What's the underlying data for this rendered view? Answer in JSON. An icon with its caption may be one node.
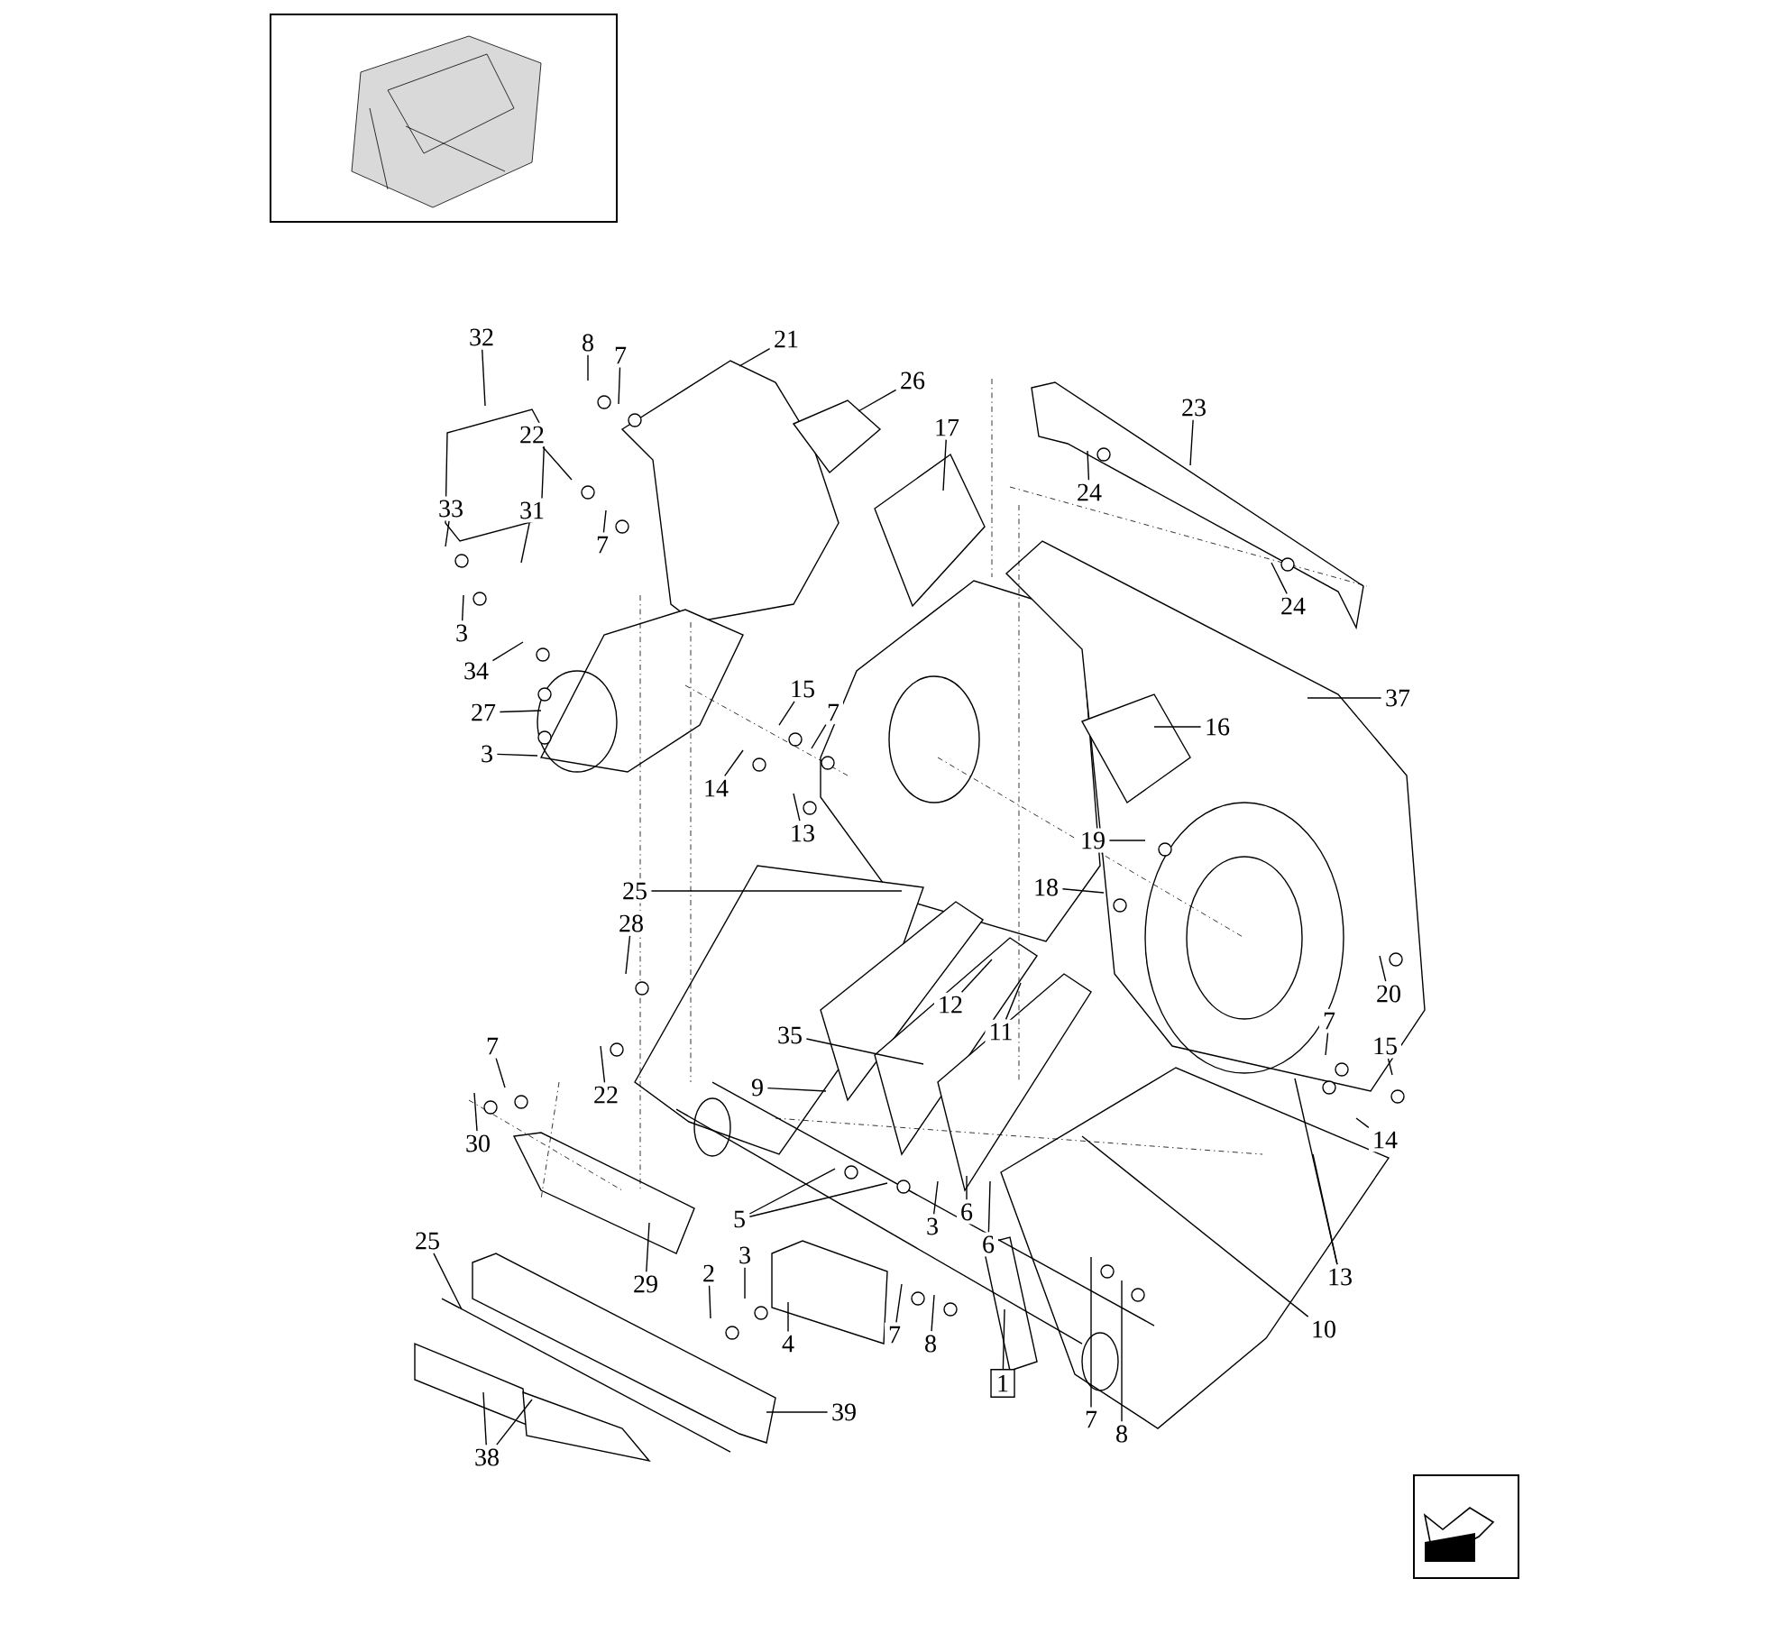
{
  "diagram": {
    "nodes": [
      {
        "text": [
          "32"
        ]
      },
      {
        "text": [
          "8"
        ]
      },
      {
        "text": [
          "7"
        ]
      },
      {
        "text": [
          "21"
        ]
      },
      {
        "text": [
          "26"
        ]
      },
      {
        "text": [
          "23"
        ]
      },
      {
        "text": [
          "17"
        ]
      },
      {
        "text": [
          "22"
        ]
      },
      {
        "text": [
          "24"
        ]
      },
      {
        "text": [
          "33"
        ]
      },
      {
        "text": [
          "31"
        ]
      },
      {
        "text": [
          "7"
        ]
      },
      {
        "text": [
          "24"
        ]
      },
      {
        "text": [
          "3"
        ]
      },
      {
        "text": [
          "34"
        ]
      },
      {
        "text": [
          "15"
        ]
      },
      {
        "text": [
          "37"
        ]
      },
      {
        "text": [
          "27"
        ]
      },
      {
        "text": [
          "7"
        ]
      },
      {
        "text": [
          "16"
        ]
      },
      {
        "text": [
          "3"
        ]
      },
      {
        "text": [
          "14"
        ]
      },
      {
        "text": [
          "13"
        ]
      },
      {
        "text": [
          "19"
        ]
      },
      {
        "text": [
          "18"
        ]
      },
      {
        "text": [
          "25"
        ]
      },
      {
        "text": [
          "28"
        ]
      },
      {
        "text": [
          "20"
        ]
      },
      {
        "text": [
          "12"
        ]
      },
      {
        "text": [
          "7"
        ]
      },
      {
        "text": [
          "11"
        ]
      },
      {
        "text": [
          "15"
        ]
      },
      {
        "text": [
          "7"
        ]
      },
      {
        "text": [
          "35"
        ]
      },
      {
        "text": [
          "9"
        ]
      },
      {
        "text": [
          "22"
        ]
      },
      {
        "text": [
          "14"
        ]
      },
      {
        "text": [
          "30"
        ]
      },
      {
        "text": [
          "5"
        ]
      },
      {
        "text": [
          "3"
        ]
      },
      {
        "text": [
          "6"
        ]
      },
      {
        "text": [
          "6"
        ]
      },
      {
        "text": [
          "25"
        ]
      },
      {
        "text": [
          "3"
        ]
      },
      {
        "text": [
          "2"
        ]
      },
      {
        "text": [
          "13"
        ]
      },
      {
        "text": [
          "29"
        ]
      },
      {
        "text": [
          "10"
        ]
      },
      {
        "text": [
          "4"
        ]
      },
      {
        "text": [
          "7"
        ]
      },
      {
        "text": [
          "8"
        ]
      },
      {
        "text": [
          "1"
        ]
      },
      {
        "text": [
          "39"
        ]
      },
      {
        "text": [
          "7"
        ]
      },
      {
        "text": [
          "8"
        ]
      },
      {
        "text": [
          "38"
        ]
      }
    ],
    "edges": [
      {
        "from": 0,
        "to": null,
        "arrow": "none"
      },
      {
        "from": 1,
        "to": null,
        "arrow": "none"
      },
      {
        "from": 2,
        "to": null,
        "arrow": "none"
      },
      {
        "from": 3,
        "to": null,
        "arrow": "none"
      },
      {
        "from": 4,
        "to": null,
        "arrow": "none"
      },
      {
        "from": 5,
        "to": null,
        "arrow": "none"
      },
      {
        "from": 6,
        "to": null,
        "arrow": "none"
      },
      {
        "from": 7,
        "to": null,
        "arrow": "none"
      },
      {
        "from": 8,
        "to": null,
        "arrow": "none"
      },
      {
        "from": 9,
        "to": null,
        "arrow": "none"
      },
      {
        "from": 10,
        "to": null,
        "arrow": "none"
      },
      {
        "from": 11,
        "to": null,
        "arrow": "none"
      },
      {
        "from": 12,
        "to": null,
        "arrow": "none"
      },
      {
        "from": 13,
        "to": null,
        "arrow": "none"
      },
      {
        "from": 14,
        "to": null,
        "arrow": "none"
      },
      {
        "from": 15,
        "to": null,
        "arrow": "none"
      },
      {
        "from": 16,
        "to": null,
        "arrow": "none"
      },
      {
        "from": 17,
        "to": null,
        "arrow": "none"
      },
      {
        "from": 18,
        "to": null,
        "arrow": "none"
      },
      {
        "from": 19,
        "to": null,
        "arrow": "none"
      },
      {
        "from": 20,
        "to": null,
        "arrow": "none"
      },
      {
        "from": 21,
        "to": null,
        "arrow": "none"
      },
      {
        "from": 22,
        "to": null,
        "arrow": "none"
      },
      {
        "from": 23,
        "to": null,
        "arrow": "none"
      },
      {
        "from": 24,
        "to": null,
        "arrow": "none"
      },
      {
        "from": 25,
        "to": null,
        "arrow": "none"
      },
      {
        "from": 26,
        "to": null,
        "arrow": "none"
      },
      {
        "from": 27,
        "to": null,
        "arrow": "none"
      },
      {
        "from": 28,
        "to": null,
        "arrow": "none"
      },
      {
        "from": 29,
        "to": null,
        "arrow": "none"
      },
      {
        "from": 30,
        "to": null,
        "arrow": "none"
      },
      {
        "from": 31,
        "to": null,
        "arrow": "none"
      },
      {
        "from": 32,
        "to": null,
        "arrow": "none"
      },
      {
        "from": 33,
        "to": null,
        "arrow": "none"
      },
      {
        "from": 34,
        "to": null,
        "arrow": "none"
      },
      {
        "from": 35,
        "to": null,
        "arrow": "none"
      },
      {
        "from": 36,
        "to": null,
        "arrow": "none"
      },
      {
        "from": 37,
        "to": null,
        "arrow": "none"
      },
      {
        "from": 38,
        "to": null,
        "arrow": "none"
      },
      {
        "from": 38,
        "to": null,
        "arrow": "none"
      },
      {
        "from": 39,
        "to": null,
        "arrow": "none"
      },
      {
        "from": 40,
        "to": null,
        "arrow": "none"
      },
      {
        "from": 41,
        "to": null,
        "arrow": "none"
      },
      {
        "from": 42,
        "to": null,
        "arrow": "none"
      },
      {
        "from": 43,
        "to": null,
        "arrow": "none"
      },
      {
        "from": 44,
        "to": null,
        "arrow": "none"
      },
      {
        "from": 45,
        "to": null,
        "arrow": "none"
      },
      {
        "from": 45,
        "to": null,
        "arrow": "none"
      },
      {
        "from": 46,
        "to": null,
        "arrow": "none"
      },
      {
        "from": 47,
        "to": null,
        "arrow": "none"
      },
      {
        "from": 48,
        "to": null,
        "arrow": "none"
      },
      {
        "from": 49,
        "to": null,
        "arrow": "none"
      },
      {
        "from": 50,
        "to": null,
        "arrow": "none"
      },
      {
        "from": 51,
        "to": null,
        "arrow": "none"
      },
      {
        "from": 52,
        "to": null,
        "arrow": "none"
      },
      {
        "from": 53,
        "to": null,
        "arrow": "none"
      },
      {
        "from": 54,
        "to": null,
        "arrow": "none"
      },
      {
        "from": 55,
        "to": null,
        "arrow": "none"
      },
      {
        "from": 55,
        "to": null,
        "arrow": "none"
      }
    ]
  }
}
